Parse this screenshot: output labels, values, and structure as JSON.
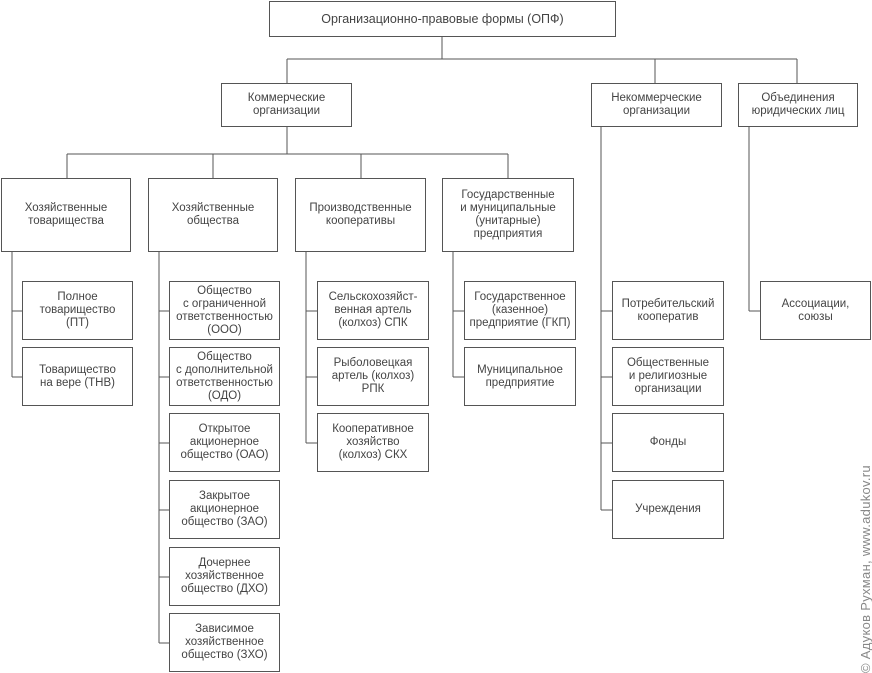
{
  "diagram": {
    "root": "Организационно-правовые формы (ОПФ)",
    "commercial": "Коммерческие\nорганизации",
    "noncommercial": "Некоммерческие\nорганизации",
    "associations": "Объединения\nюридических лиц",
    "partnerships": "Хозяйственные\nтоварищества",
    "societies": "Хозяйственные\nобщества",
    "cooperatives": "Производственные\nкооперативы",
    "unitary": "Государственные\nи муниципальные\n(унитарные)\nпредприятия",
    "pt": "Полное\nтоварищество\n(ПТ)",
    "tnv": "Товарищество\nна вере (ТНВ)",
    "ooo": "Общество\nс ограниченной\nответственностью\n(ООО)",
    "odo": "Общество\nс дополнительной\nответственностью\n(ОДО)",
    "oao": "Открытое\nакционерное\nобщество (ОАО)",
    "zao": "Закрытое\nакционерное\nобщество (ЗАО)",
    "dho": "Дочернее\nхозяйственное\nобщество (ДХО)",
    "zho": "Зависимое\nхозяйственное\nобщество (ЗХО)",
    "snk": "Сельскохозяйст-\nвенная артель\n(колхоз) СПК",
    "rnk": "Рыболовецкая\nартель (колхоз)\nРПК",
    "skh": "Кооперативное\nхозяйство\n(колхоз) СКХ",
    "gup": "Государственное\n(казенное)\nпредприятие (ГКП)",
    "mup": "Муниципальное\nпредприятие",
    "consumer": "Потребительский\nкооператив",
    "public": "Общественные\nи религиозные\nорганизации",
    "funds": "Фонды",
    "institutions": "Учреждения",
    "unions": "Ассоциации,\nсоюзы"
  },
  "copyright": "© Адуков Рухман,  www.adukov.ru",
  "colors": {
    "line": "#555555",
    "text": "#444444",
    "watermark": "#888888"
  }
}
